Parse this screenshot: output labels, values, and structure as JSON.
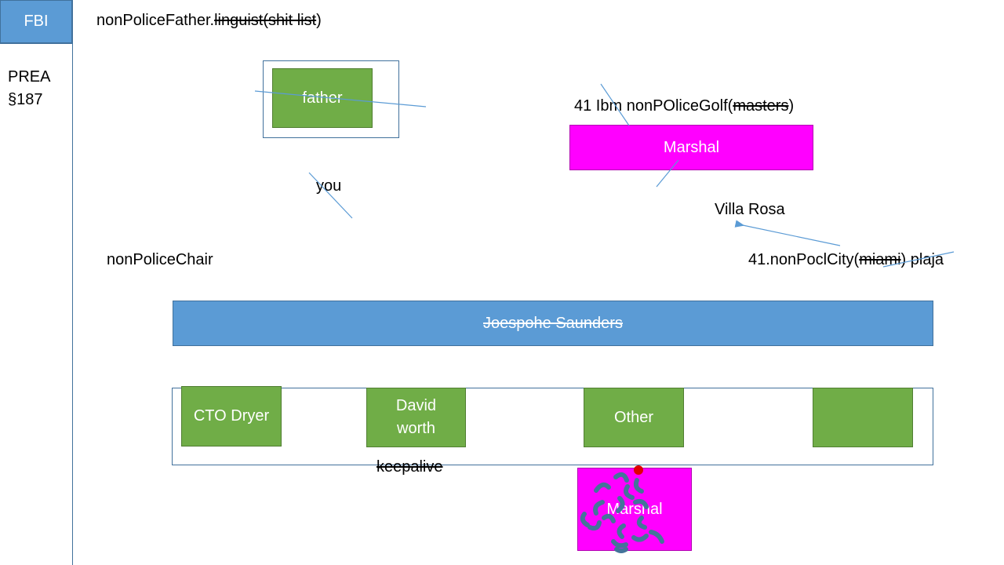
{
  "sidebar": {
    "tag": "FBI",
    "note_line1": "PREA",
    "note_line2": "§187"
  },
  "title": {
    "prefix": "nonPoliceFather.",
    "struck": "linguist(shit list",
    "suffix": ")"
  },
  "boxes": {
    "father": "father",
    "marshal_top": "Marshal",
    "marshal_bottom": "Marshal",
    "cto": "CTO Dryer",
    "david_line1": "David",
    "david_line2": "worth",
    "other": "Other",
    "empty": ""
  },
  "labels": {
    "golf_prefix": "41  Ibm nonPOliceGolf(",
    "golf_struck": "masters",
    "golf_suffix": ")",
    "you": "you",
    "villa": "Villa Rosa",
    "chair": "nonPoliceChair",
    "city_prefix": "41.nonPoclCity(",
    "city_struck": "miami",
    "city_suffix": ") plaja",
    "keepalive": "keepalive"
  },
  "banner": {
    "text": "Joespohe Saunders"
  },
  "colors": {
    "blue": "#5b9bd5",
    "green": "#70ad47",
    "magenta": "#ff00ff",
    "scribble": "#44749a",
    "red_dot": "#e00000"
  }
}
